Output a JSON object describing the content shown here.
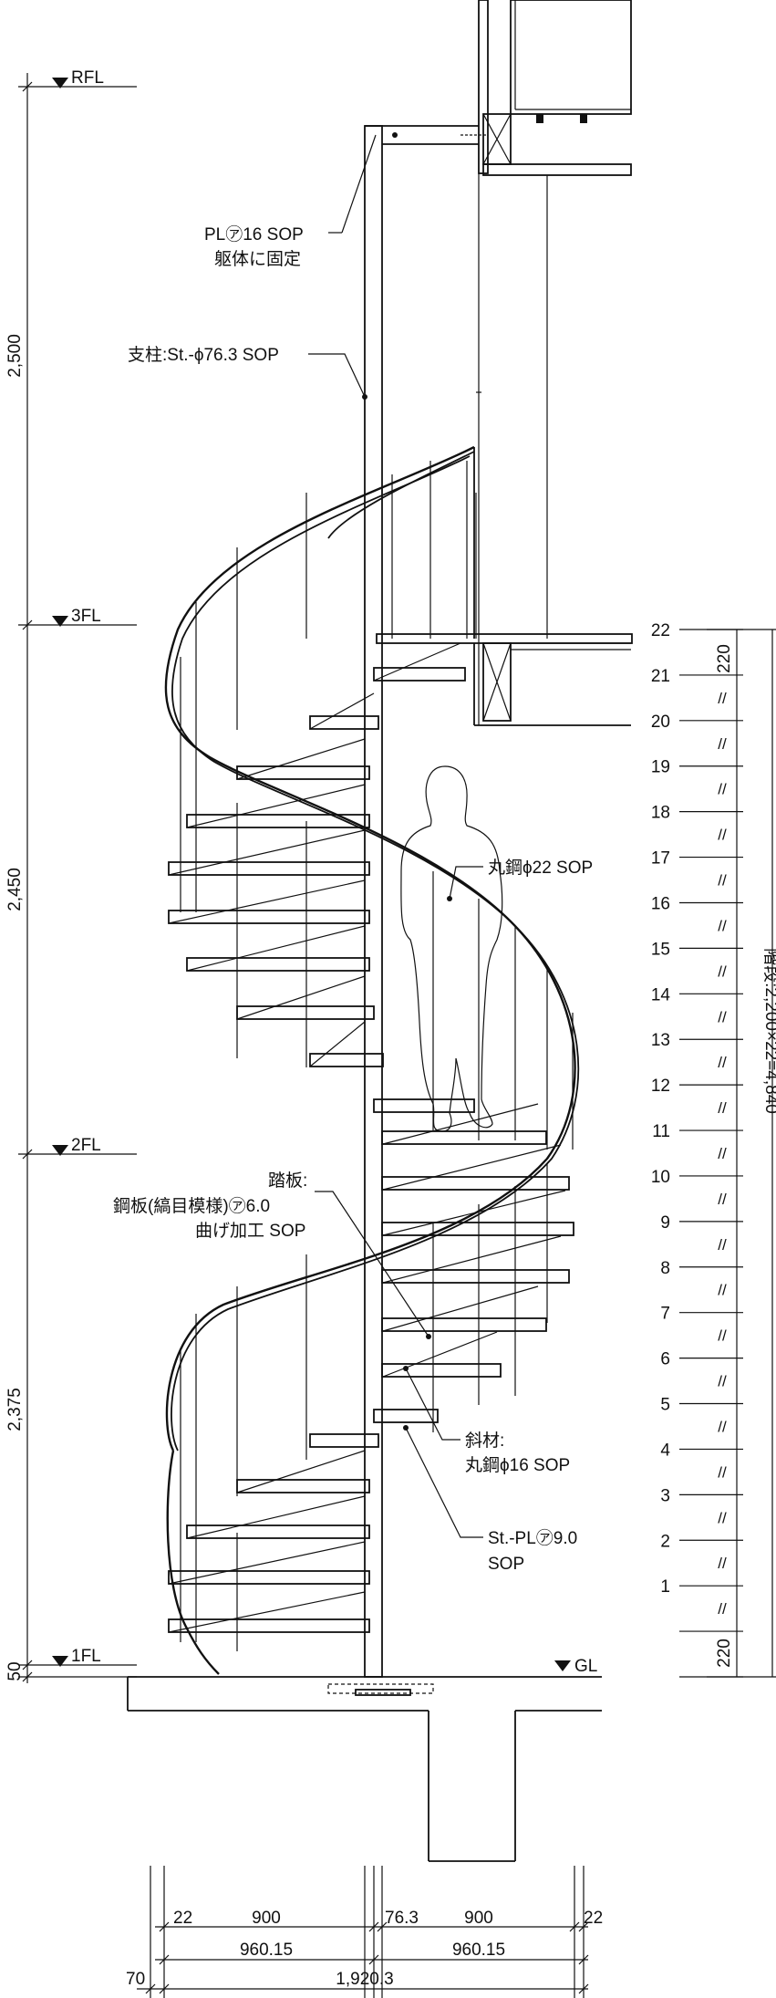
{
  "levels": {
    "rfl": "RFL",
    "fl3": "3FL",
    "fl2": "2FL",
    "fl1": "1FL",
    "gl": "GL"
  },
  "left_dims": {
    "d1": "2,500",
    "d2": "2,450",
    "d3": "2,375",
    "d4": "50"
  },
  "labels": {
    "plate_line1": "PL㋐16 SOP",
    "plate_line2": "躯体に固定",
    "post": "支柱:St.-ϕ76.3 SOP",
    "handrail": "丸鋼ϕ22 SOP",
    "tread_line1": "踏板:",
    "tread_line2": "鋼板(縞目模様)㋐6.0",
    "tread_line3": "曲げ加工 SOP",
    "brace_line1": "斜材:",
    "brace_line2": "丸鋼ϕ16 SOP",
    "stplate_line1": "St.-PL㋐9.0",
    "stplate_line2": "SOP"
  },
  "step_dims": {
    "riser_numbers": [
      "22",
      "21",
      "20",
      "19",
      "18",
      "17",
      "16",
      "15",
      "14",
      "13",
      "12",
      "11",
      "10",
      "9",
      "8",
      "7",
      "6",
      "5",
      "4",
      "3",
      "2",
      "1"
    ],
    "top_rise": "220",
    "bottom_rise": "220",
    "repeat_mark": "//",
    "total": "階段:2,200×22=4,840"
  },
  "bottom_dims": {
    "a": "22",
    "b": "900",
    "c": "76.3",
    "d": "900",
    "e": "22",
    "f": "960.15",
    "g": "960.15",
    "h": "70",
    "i": "1,920.3"
  }
}
